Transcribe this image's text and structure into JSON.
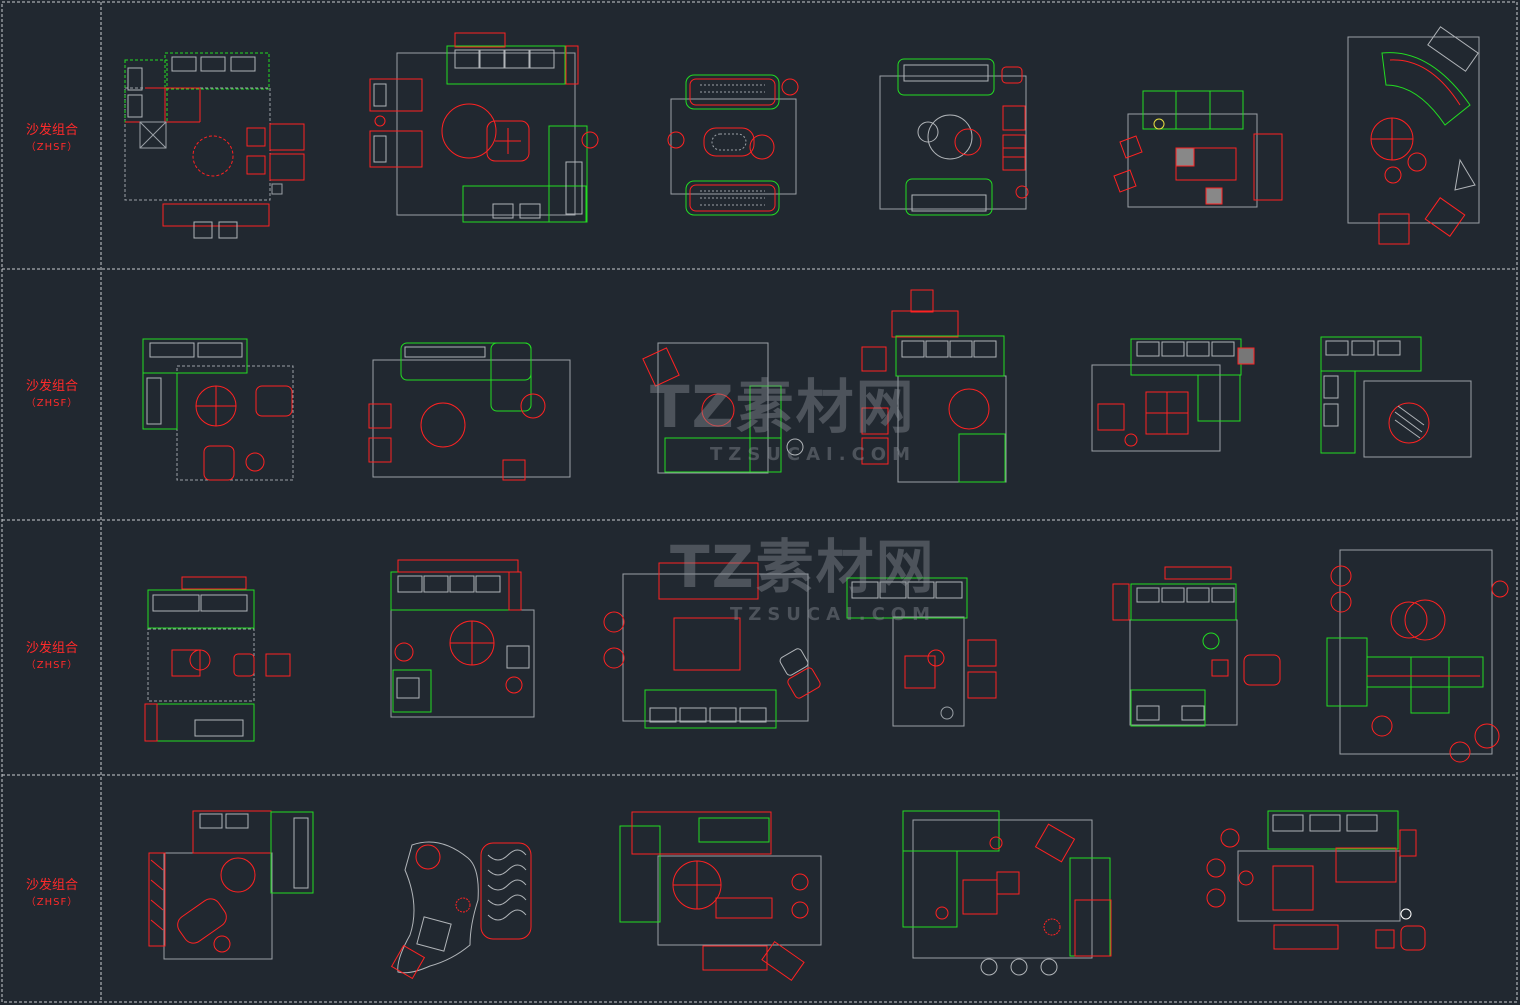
{
  "row_labels": [
    {
      "title": "沙发组合",
      "code": "（ZHSF）"
    },
    {
      "title": "沙发组合",
      "code": "（ZHSF）"
    },
    {
      "title": "沙发组合",
      "code": "（ZHSF）"
    },
    {
      "title": "沙发组合",
      "code": "（ZHSF）"
    }
  ],
  "watermark": {
    "brand": "TZ素材网",
    "domain": "TZSUCAI.COM"
  },
  "colors": {
    "background": "#212830",
    "grid_line": "#c9ccd0",
    "red": "#ff2222",
    "green": "#22dd22",
    "gray": "#9aa0a6",
    "label": "#ff2a2a"
  }
}
